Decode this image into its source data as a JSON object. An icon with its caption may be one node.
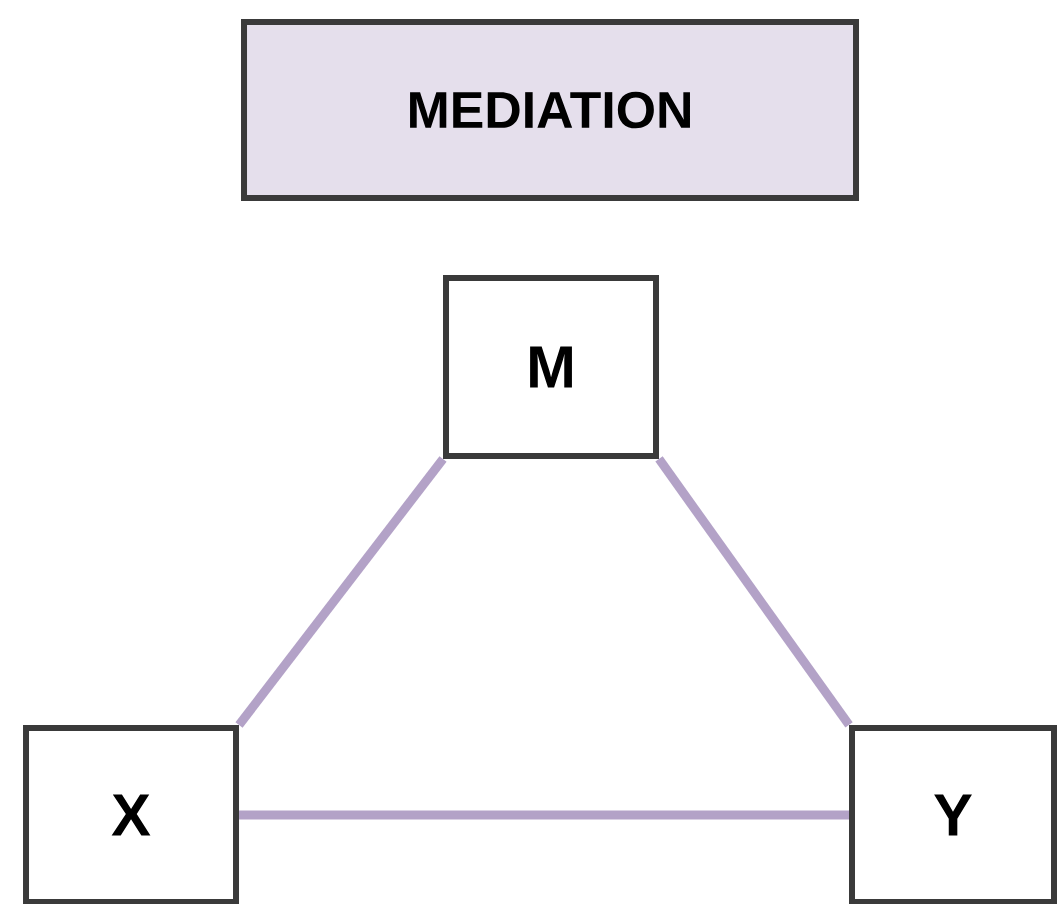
{
  "diagram": {
    "nodes": [
      {
        "text": [
          "MEDIATION"
        ]
      },
      {
        "text": [
          "M"
        ]
      },
      {
        "text": [
          "X"
        ]
      },
      {
        "text": [
          "Y"
        ]
      }
    ],
    "edges": [
      {
        "from": 2,
        "to": 1,
        "arrow": "none"
      },
      {
        "from": 1,
        "to": 3,
        "arrow": "none"
      },
      {
        "from": 2,
        "to": 3,
        "arrow": "none"
      }
    ]
  }
}
